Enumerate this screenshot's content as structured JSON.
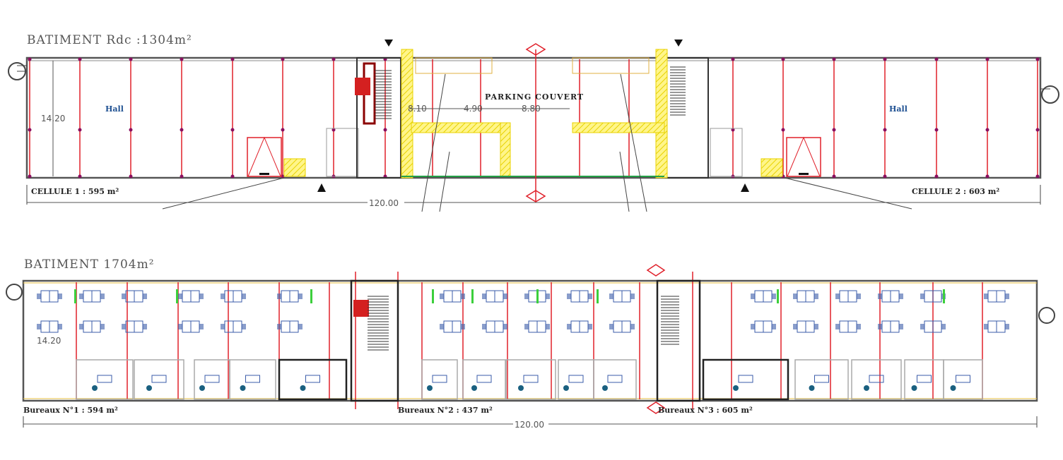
{
  "top_plan": {
    "title": "BATIMENT Rdc :1304m²",
    "hall_left": "Hall",
    "hall_right": "Hall",
    "height_dim": "14.20",
    "cell_1": "CELLULE 1 : 595 m²",
    "cell_2": "CELLULE 2 : 603 m²",
    "length_dim": "120.00",
    "parking_label": "PARKING COUVERT",
    "parking_dims": [
      "8.10",
      "4.90",
      "8.80"
    ]
  },
  "bottom_plan": {
    "title": "BATIMENT 1704m²",
    "height_dim": "14.20",
    "office_1": "Bureaux N°1 : 594 m²",
    "office_2": "Bureaux N°2 : 437 m²",
    "office_3": "Bureaux N°3 : 605 m²",
    "length_dim": "120.00"
  },
  "colors": {
    "wall": "#555555",
    "column": "#e0202a",
    "furniture": "#3a5ba8",
    "hatch": "#f5e63a",
    "accent_orange": "#f08a1c",
    "green": "#3ccf3c"
  }
}
